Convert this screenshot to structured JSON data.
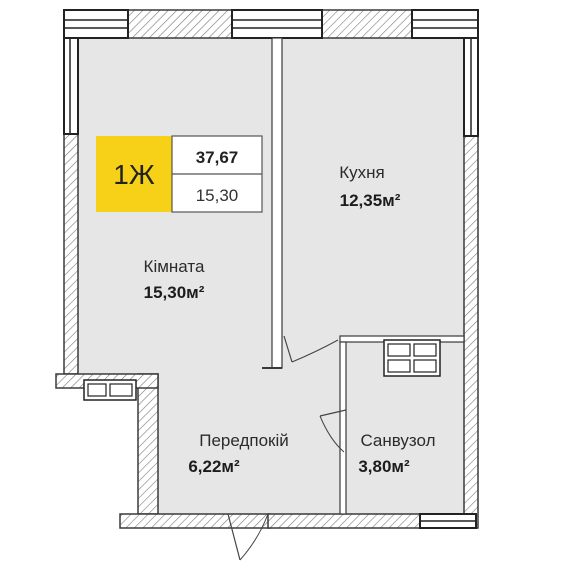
{
  "apartment": {
    "type_code": "1Ж",
    "total_area": "37,67",
    "living_area": "15,30",
    "badge_color": "#f7d117"
  },
  "rooms": [
    {
      "name": "Кімната",
      "area": "15,30м²"
    },
    {
      "name": "Кухня",
      "area": "12,35м²"
    },
    {
      "name": "Передпокій",
      "area": "6,22м²"
    },
    {
      "name": "Санвузол",
      "area": "3,80м²"
    }
  ],
  "colors": {
    "floor": "#e6e6e6",
    "wall": "#3a3a3a",
    "hatch": "#7a7a7a",
    "accent": "#f7d117"
  }
}
